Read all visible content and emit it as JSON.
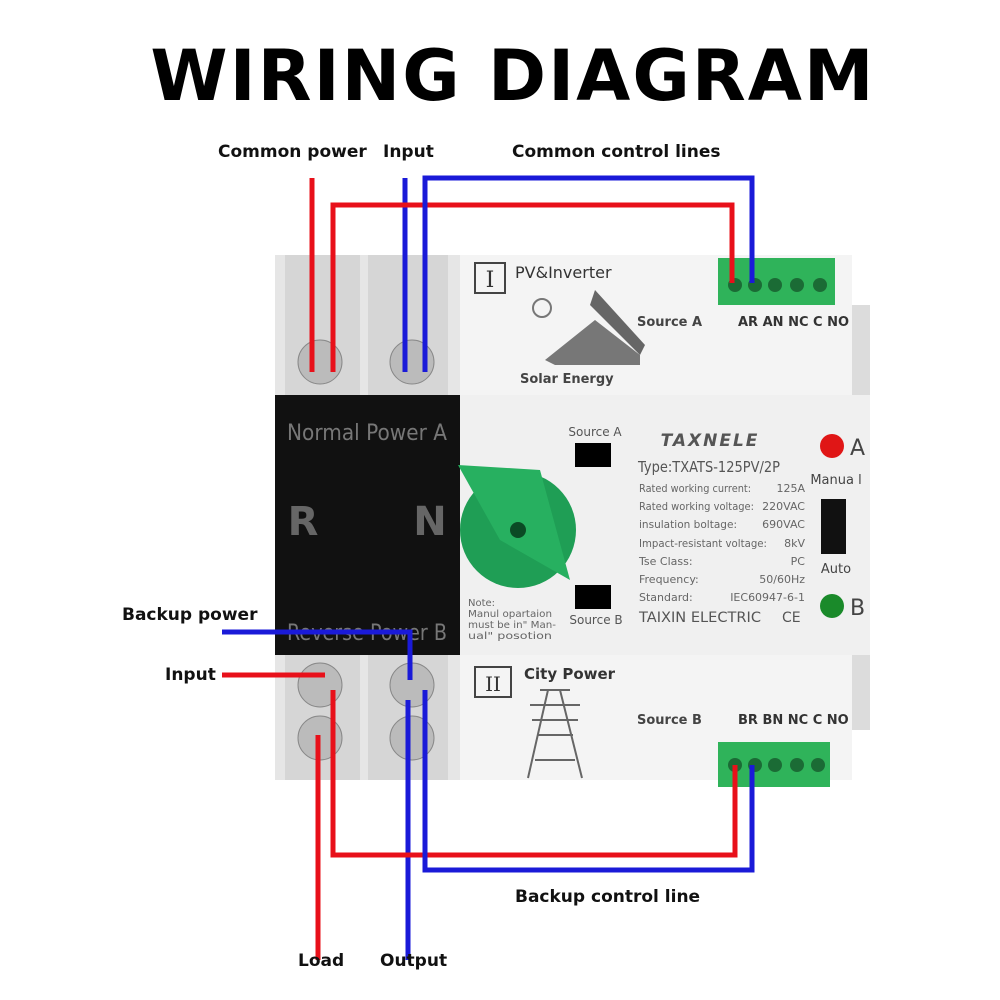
{
  "title": "WIRING DIAGRAM",
  "labels": {
    "common_power": "Common power",
    "input_top": "Input",
    "common_control_lines": "Common control lines",
    "backup_power": "Backup power",
    "input_bottom": "Input",
    "backup_control_line": "Backup control line",
    "load": "Load",
    "output": "Output"
  },
  "device": {
    "source_i_numeral": "I",
    "source_i_name": "PV&Inverter",
    "solar_energy": "Solar Energy",
    "source_a": "Source A",
    "terminals_a": "AR AN NC C NO",
    "normal_power": "Normal  Power  A",
    "pole_r": "R",
    "pole_n": "N",
    "reverse_power": "Reverse  Power  B",
    "switch_source_a": "Source A",
    "switch_source_b": "Source B",
    "note": [
      "Note:",
      "Manul opartaion",
      "must be in\" Man-",
      "ual\"   posotion"
    ],
    "brand": "TAXNELE",
    "type": "Type:TXATS-125PV/2P",
    "specs": [
      {
        "k": "Rated working current:",
        "v": "125A"
      },
      {
        "k": "Rated working voltage:",
        "v": "220VAC"
      },
      {
        "k": "insulation boltage:",
        "v": "690VAC"
      },
      {
        "k": "Impact-resistant voltage:",
        "v": "8kV"
      },
      {
        "k": "Tse  Class:",
        "v": "PC"
      },
      {
        "k": "Frequency:",
        "v": "50/60Hz"
      },
      {
        "k": "Standard:",
        "v": "IEC60947-6-1"
      }
    ],
    "maker": "TAIXIN ELECTRIC",
    "ce": "CE",
    "led_a": "A",
    "led_b": "B",
    "manual": "Manua l",
    "auto": "Auto",
    "source_ii_numeral": "II",
    "source_ii_name": "City  Power",
    "source_b": "Source B",
    "terminals_b": "BR BN NC C NO"
  },
  "colors": {
    "red_wire": "#e8101a",
    "blue_wire": "#1a1ad8",
    "terminal_green": "#2fb35a",
    "handle_green": "#1f9e55"
  }
}
